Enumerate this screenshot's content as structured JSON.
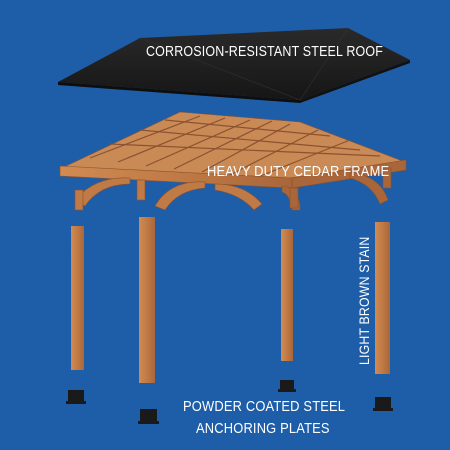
{
  "labels": {
    "roof": "CORROSION-RESISTANT STEEL ROOF",
    "frame": "HEAVY DUTY CEDAR FRAME",
    "stain": "LIGHT BROWN STAIN",
    "plates_line1": "POWDER COATED STEEL",
    "plates_line2": "ANCHORING PLATES"
  },
  "colors": {
    "background": "#1e5ea8",
    "roof": "#1e1e1e",
    "cedar": "#c07a45",
    "cedar_dark": "#a9663a",
    "label_text": "#ffffff",
    "plate": "#1a1a1a"
  }
}
